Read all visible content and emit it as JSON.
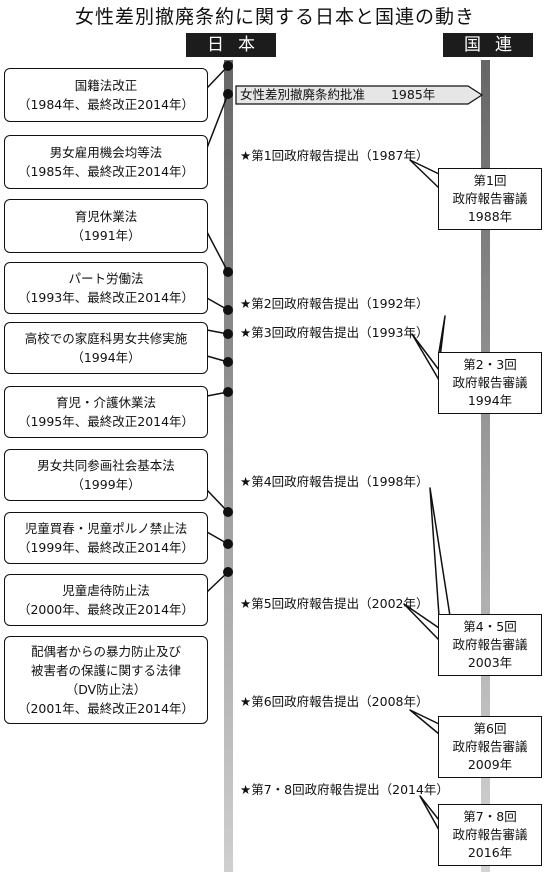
{
  "title": "女性差別撤廃条約に関する日本と国連の動き",
  "headers": {
    "japan": "日本",
    "un": "国連"
  },
  "ratification": {
    "text": "女性差別撤廃条約批准",
    "year": "1985年"
  },
  "laws": [
    {
      "line1": "国籍法改正",
      "line2": "（1984年、最終改正2014年）"
    },
    {
      "line1": "男女雇用機会均等法",
      "line2": "（1985年、最終改正2014年）"
    },
    {
      "line1": "育児休業法",
      "line2": "（1991年）"
    },
    {
      "line1": "パート労働法",
      "line2": "（1993年、最終改正2014年）"
    },
    {
      "line1": "高校での家庭科男女共修実施",
      "line2": "（1994年）"
    },
    {
      "line1": "育児・介護休業法",
      "line2": "（1995年、最終改正2014年）"
    },
    {
      "line1": "男女共同参画社会基本法",
      "line2": "（1999年）"
    },
    {
      "line1": "児童買春・児童ポルノ禁止法",
      "line2": "（1999年、最終改正2014年）"
    },
    {
      "line1": "児童虐待防止法",
      "line2": "（2000年、最終改正2014年）"
    },
    {
      "line1": "配偶者からの暴力防止及び",
      "line2": "被害者の保護に関する法律",
      "line3": "（DV防止法）",
      "line4": "（2001年、最終改正2014年）"
    }
  ],
  "reports": [
    "★第1回政府報告提出（1987年）",
    "★第2回政府報告提出（1992年）",
    "★第3回政府報告提出（1993年）",
    "★第4回政府報告提出（1998年）",
    "★第5回政府報告提出（2002年）",
    "★第6回政府報告提出（2008年）",
    "★第7・8回政府報告提出（2014年）"
  ],
  "reviews": [
    {
      "line1": "第1回",
      "line2": "政府報告審議",
      "line3": "1988年"
    },
    {
      "line1": "第2・3回",
      "line2": "政府報告審議",
      "line3": "1994年"
    },
    {
      "line1": "第4・5回",
      "line2": "政府報告審議",
      "line3": "2003年"
    },
    {
      "line1": "第6回",
      "line2": "政府報告審議",
      "line3": "2009年"
    },
    {
      "line1": "第7・8回",
      "line2": "政府報告審議",
      "line3": "2016年"
    }
  ]
}
